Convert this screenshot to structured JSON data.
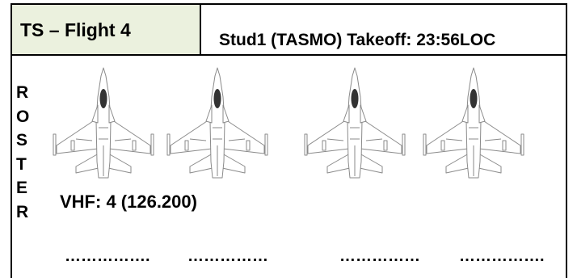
{
  "header": {
    "flight_title": "TS – Flight 4",
    "takeoff_info": "Stud1 (TASMO) Takeoff: 23:56LOC"
  },
  "roster": {
    "letters": [
      "R",
      "O",
      "S",
      "T",
      "E",
      "R"
    ]
  },
  "radio": {
    "vhf": "VHF: 4 (126.200)"
  },
  "aircraft": [
    {
      "slot_placeholder": "……………."
    },
    {
      "slot_placeholder": "……………"
    },
    {
      "slot_placeholder": "……………"
    },
    {
      "slot_placeholder": "……………."
    }
  ],
  "icons": {
    "aircraft": "fighter-jet-icon"
  }
}
